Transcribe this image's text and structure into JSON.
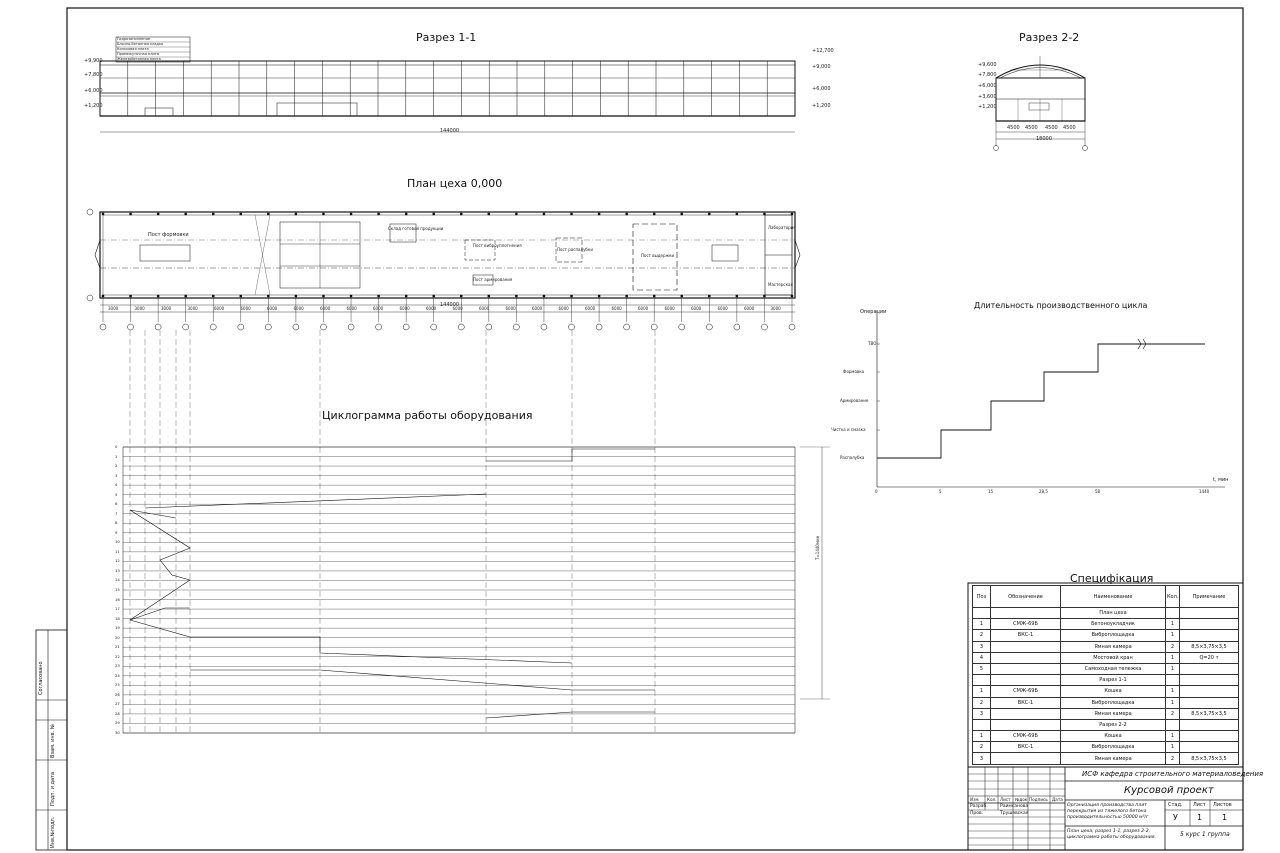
{
  "titles": {
    "section_1_1": "Разрез 1-1",
    "section_2_2": "Разрез 2-2",
    "plan": "План цеха 0,000",
    "cyclogram": "Циклограмма работы оборудования",
    "cycle_duration": "Длительность производственного цикла",
    "specification": "Специфікация"
  },
  "section_1_1": {
    "overall_dim": "144000",
    "legend_rows": [
      "Гидрозаполнение",
      "Блочно-бетонная кладка",
      "Коньковая плита",
      "Промежуточная плита",
      "Железобетонная плита"
    ],
    "elevations_left": [
      "+9,900",
      "+7,800",
      "+6,000",
      "+1,200"
    ],
    "elevations_right": [
      "+12,700",
      "+9,000",
      "+6,000",
      "+1,200"
    ]
  },
  "section_2_2": {
    "overall_dim": "18000",
    "spans": [
      "4500",
      "4500",
      "4500",
      "4500"
    ],
    "elevations": [
      "+9,600",
      "+7,800",
      "+6,000",
      "+3,600",
      "+1,200"
    ]
  },
  "plan": {
    "overall_dim": "144000",
    "rooms": [
      "Пост формовки",
      "Склад готовой продукции",
      "Пост распалубки",
      "Пост выдержки",
      "Лаборатория",
      "Мастерская",
      "Пост виброуплотнения",
      "Пост армирования"
    ],
    "axes_count": "26",
    "dims": [
      "3000",
      "3000",
      "3000",
      "3000",
      "6000",
      "6000",
      "6000",
      "6000",
      "6000",
      "6000",
      "6000",
      "6000",
      "6000",
      "6000",
      "6000",
      "6000",
      "6000",
      "6000",
      "6000",
      "6000",
      "6000",
      "6000",
      "6000",
      "6000",
      "6000",
      "3000"
    ]
  },
  "cycle_chart": {
    "x_label": "t, мин",
    "y_label": "Операции",
    "operations": [
      "Распалубка",
      "Чистка и смазка",
      "Армирование",
      "Формовка",
      "ТВО"
    ],
    "x_ticks": [
      "0",
      "5",
      "15",
      "28,5",
      "58",
      "1440"
    ]
  },
  "cyclogram": {
    "rows": [
      "0",
      "1",
      "2",
      "3",
      "4",
      "5",
      "6",
      "7",
      "8",
      "9",
      "10",
      "11",
      "12",
      "13",
      "14",
      "15",
      "16",
      "17",
      "18",
      "19",
      "20",
      "21",
      "22",
      "23",
      "24",
      "25",
      "26",
      "27",
      "28",
      "29",
      "30"
    ],
    "dimension_label": "Т=1440мин"
  },
  "spec": {
    "headers": [
      "Поз",
      "Обозначение",
      "Наименование",
      "Кол.",
      "Примечание"
    ],
    "groups": [
      {
        "name": "План цеха",
        "rows": [
          [
            "1",
            "СМЖ-69Б",
            "Бетоноукладчик",
            "1",
            ""
          ],
          [
            "2",
            "ВКС-1",
            "Виброплощадка",
            "1",
            ""
          ],
          [
            "3",
            "",
            "Ямная камера",
            "2",
            "8,5×3,75×3,5"
          ],
          [
            "4",
            "",
            "Мостовой кран",
            "1",
            "Q=20 т"
          ],
          [
            "5",
            "",
            "Самоходная тележка",
            "1",
            ""
          ]
        ]
      },
      {
        "name": "Разрез 1-1",
        "rows": [
          [
            "1",
            "СМЖ-69Б",
            "Кошка",
            "1",
            ""
          ],
          [
            "2",
            "ВКС-1",
            "Виброплощадка",
            "1",
            ""
          ],
          [
            "3",
            "",
            "Ямная камера",
            "2",
            "8,5×3,75×3,5"
          ]
        ]
      },
      {
        "name": "Разрез 2-2",
        "rows": [
          [
            "1",
            "СМЖ-69Б",
            "Кошка",
            "1",
            ""
          ],
          [
            "2",
            "ВКС-1",
            "Виброплощадка",
            "1",
            ""
          ],
          [
            "3",
            "",
            "Ямная камера",
            "2",
            "8,5×3,75×3,5"
          ]
        ]
      }
    ]
  },
  "stamp": {
    "org": "ИСФ кафедра строительного материаловедения",
    "project": "Курсовой проект",
    "description": "Организация производства плит перекрытия из тяжелого бетона производительностью 50000 м³/г",
    "sheets_description": "План цеха, разрез 1-1, разрез 2-2, циклограмма работы оборудования.",
    "group": "5 курс 1 группа",
    "stage_label": "Стад.",
    "sheet_label": "Лист",
    "sheets_label": "Листов",
    "stage": "У",
    "sheet": "1",
    "sheets": "1",
    "headers": [
      "Изм",
      "Кол.",
      "Лист",
      "№док",
      "Подпись",
      "Дата"
    ],
    "dev_label": "Разраб.",
    "dev_name": "Раимсанова",
    "check_label": "Пров.",
    "check_name": "Трушевская"
  },
  "side_stamp": {
    "labels": [
      "Согласовано",
      "Взам. инв. №",
      "Подп. и дата",
      "Инв.№подл."
    ]
  }
}
